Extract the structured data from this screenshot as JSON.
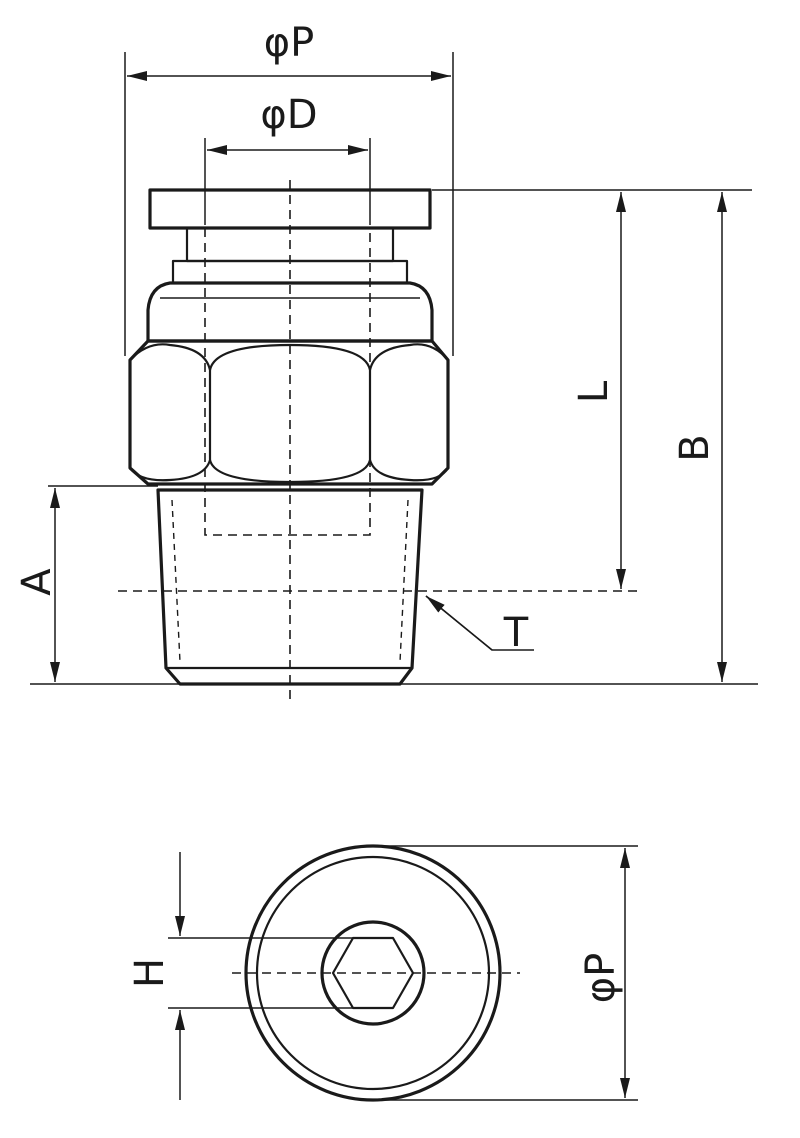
{
  "labels": {
    "phiP_top": "φP",
    "phiD": "φD",
    "L": "L",
    "B": "B",
    "A": "A",
    "T": "T",
    "H": "H",
    "phiP_bottom": "φP"
  }
}
